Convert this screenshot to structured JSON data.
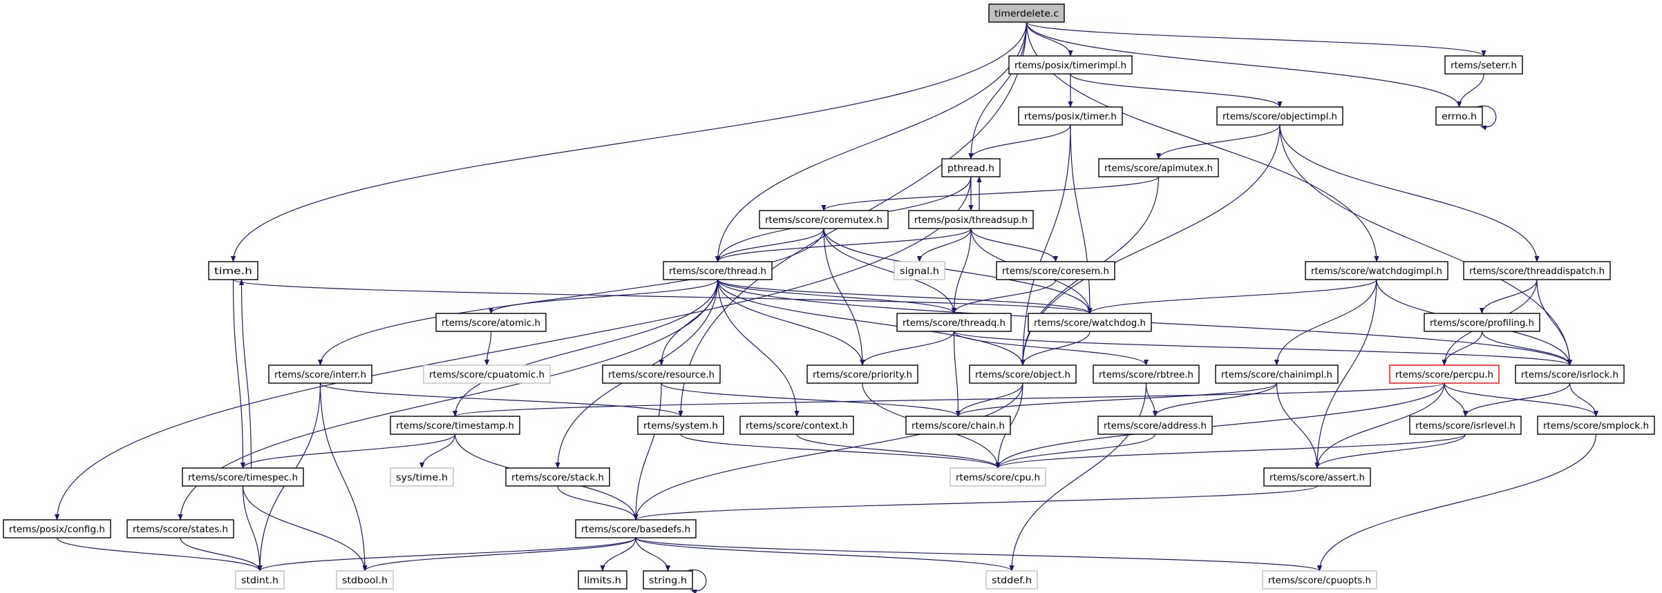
{
  "colors": {
    "edge": "#191970",
    "root_fill": "#bfbfbf",
    "normal_border": "#000000",
    "external_border": "#bfbfbf",
    "highlight_border": "#ff0000"
  },
  "nodes": [
    {
      "id": "timerdelete",
      "label": "timerdelete.c",
      "style": "root"
    },
    {
      "id": "timerimpl",
      "label": "rtems/posix/timerimpl.h",
      "style": "normal"
    },
    {
      "id": "seterr",
      "label": "rtems/seterr.h",
      "style": "normal"
    },
    {
      "id": "timer",
      "label": "rtems/posix/timer.h",
      "style": "normal"
    },
    {
      "id": "objectimpl",
      "label": "rtems/score/objectimpl.h",
      "style": "normal"
    },
    {
      "id": "errno",
      "label": "errno.h",
      "style": "normal"
    },
    {
      "id": "pthread",
      "label": "pthread.h",
      "style": "normal"
    },
    {
      "id": "apimutex",
      "label": "rtems/score/apimutex.h",
      "style": "normal"
    },
    {
      "id": "coremutex",
      "label": "rtems/score/coremutex.h",
      "style": "normal"
    },
    {
      "id": "threadsup",
      "label": "rtems/posix/threadsup.h",
      "style": "normal"
    },
    {
      "id": "time",
      "label": "time.h",
      "style": "normal"
    },
    {
      "id": "thread",
      "label": "rtems/score/thread.h",
      "style": "normal"
    },
    {
      "id": "signal",
      "label": "signal.h",
      "style": "external"
    },
    {
      "id": "coresem",
      "label": "rtems/score/coresem.h",
      "style": "normal"
    },
    {
      "id": "watchdogimpl",
      "label": "rtems/score/watchdogimpl.h",
      "style": "normal"
    },
    {
      "id": "threaddispatch",
      "label": "rtems/score/threaddispatch.h",
      "style": "normal"
    },
    {
      "id": "atomic",
      "label": "rtems/score/atomic.h",
      "style": "normal"
    },
    {
      "id": "threadq",
      "label": "rtems/score/threadq.h",
      "style": "normal"
    },
    {
      "id": "watchdog",
      "label": "rtems/score/watchdog.h",
      "style": "normal"
    },
    {
      "id": "profiling",
      "label": "rtems/score/profiling.h",
      "style": "normal"
    },
    {
      "id": "interr",
      "label": "rtems/score/interr.h",
      "style": "normal"
    },
    {
      "id": "cpuatomic",
      "label": "rtems/score/cpuatomic.h",
      "style": "external"
    },
    {
      "id": "resource",
      "label": "rtems/score/resource.h",
      "style": "normal"
    },
    {
      "id": "priority",
      "label": "rtems/score/priority.h",
      "style": "normal"
    },
    {
      "id": "object",
      "label": "rtems/score/object.h",
      "style": "normal"
    },
    {
      "id": "rbtree",
      "label": "rtems/score/rbtree.h",
      "style": "normal"
    },
    {
      "id": "chainimpl",
      "label": "rtems/score/chainimpl.h",
      "style": "normal"
    },
    {
      "id": "percpu",
      "label": "rtems/score/percpu.h",
      "style": "highlight"
    },
    {
      "id": "isrlock",
      "label": "rtems/score/isrlock.h",
      "style": "normal"
    },
    {
      "id": "timestamp",
      "label": "rtems/score/timestamp.h",
      "style": "normal"
    },
    {
      "id": "system",
      "label": "rtems/system.h",
      "style": "normal"
    },
    {
      "id": "context",
      "label": "rtems/score/context.h",
      "style": "normal"
    },
    {
      "id": "chain",
      "label": "rtems/score/chain.h",
      "style": "normal"
    },
    {
      "id": "address",
      "label": "rtems/score/address.h",
      "style": "normal"
    },
    {
      "id": "isrlevel",
      "label": "rtems/score/isrlevel.h",
      "style": "normal"
    },
    {
      "id": "smplock",
      "label": "rtems/score/smplock.h",
      "style": "normal"
    },
    {
      "id": "timespec",
      "label": "rtems/score/timespec.h",
      "style": "normal"
    },
    {
      "id": "systime",
      "label": "sys/time.h",
      "style": "external"
    },
    {
      "id": "stack",
      "label": "rtems/score/stack.h",
      "style": "normal"
    },
    {
      "id": "cpu",
      "label": "rtems/score/cpu.h",
      "style": "external"
    },
    {
      "id": "assert",
      "label": "rtems/score/assert.h",
      "style": "normal"
    },
    {
      "id": "config",
      "label": "rtems/posix/config.h",
      "style": "normal"
    },
    {
      "id": "states",
      "label": "rtems/score/states.h",
      "style": "normal"
    },
    {
      "id": "basedefs",
      "label": "rtems/score/basedefs.h",
      "style": "normal"
    },
    {
      "id": "stdint",
      "label": "stdint.h",
      "style": "external"
    },
    {
      "id": "stdbool",
      "label": "stdbool.h",
      "style": "external"
    },
    {
      "id": "limits",
      "label": "limits.h",
      "style": "normal"
    },
    {
      "id": "string",
      "label": "string.h",
      "style": "normal"
    },
    {
      "id": "stddef",
      "label": "stddef.h",
      "style": "external"
    },
    {
      "id": "cpuopts",
      "label": "rtems/score/cpuopts.h",
      "style": "external"
    }
  ],
  "edges": [
    [
      "timerdelete",
      "timerimpl"
    ],
    [
      "timerdelete",
      "pthread"
    ],
    [
      "timerdelete",
      "time"
    ],
    [
      "timerdelete",
      "thread"
    ],
    [
      "timerdelete",
      "system"
    ],
    [
      "timerdelete",
      "seterr"
    ],
    [
      "timerdelete",
      "errno"
    ],
    [
      "timerdelete",
      "watchdogimpl"
    ],
    [
      "timerimpl",
      "timer"
    ],
    [
      "timerimpl",
      "objectimpl"
    ],
    [
      "timer",
      "pthread"
    ],
    [
      "timer",
      "watchdog"
    ],
    [
      "timer",
      "object"
    ],
    [
      "objectimpl",
      "apimutex"
    ],
    [
      "objectimpl",
      "object"
    ],
    [
      "objectimpl",
      "threaddispatch"
    ],
    [
      "objectimpl",
      "isrlock"
    ],
    [
      "seterr",
      "errno"
    ],
    [
      "errno",
      "errno"
    ],
    [
      "pthread",
      "config"
    ],
    [
      "pthread",
      "thread"
    ],
    [
      "pthread",
      "threadsup"
    ],
    [
      "threadsup",
      "pthread"
    ],
    [
      "threadsup",
      "thread"
    ],
    [
      "threadsup",
      "signal"
    ],
    [
      "threadsup",
      "coresem"
    ],
    [
      "threadsup",
      "threadq"
    ],
    [
      "threadsup",
      "watchdog"
    ],
    [
      "apimutex",
      "coremutex"
    ],
    [
      "apimutex",
      "object"
    ],
    [
      "coremutex",
      "thread"
    ],
    [
      "coremutex",
      "threadq"
    ],
    [
      "coremutex",
      "priority"
    ],
    [
      "coremutex",
      "watchdog"
    ],
    [
      "coremutex",
      "interr"
    ],
    [
      "coresem",
      "threadq"
    ],
    [
      "watchdogimpl",
      "watchdog"
    ],
    [
      "watchdogimpl",
      "chainimpl"
    ],
    [
      "watchdogimpl",
      "assert"
    ],
    [
      "watchdogimpl",
      "isrlock"
    ],
    [
      "threaddispatch",
      "percpu"
    ],
    [
      "threaddispatch",
      "profiling"
    ],
    [
      "threaddispatch",
      "isrlock"
    ],
    [
      "time",
      "timespec"
    ],
    [
      "time",
      "watchdog"
    ],
    [
      "timespec",
      "time"
    ],
    [
      "timespec",
      "stdint"
    ],
    [
      "timespec",
      "stdbool"
    ],
    [
      "thread",
      "atomic"
    ],
    [
      "thread",
      "timestamp"
    ],
    [
      "thread",
      "states"
    ],
    [
      "thread",
      "stack"
    ],
    [
      "thread",
      "resource"
    ],
    [
      "thread",
      "context"
    ],
    [
      "thread",
      "priority"
    ],
    [
      "thread",
      "object"
    ],
    [
      "thread",
      "threadq"
    ],
    [
      "thread",
      "watchdog"
    ],
    [
      "thread",
      "isrlock"
    ],
    [
      "atomic",
      "cpuatomic"
    ],
    [
      "interr",
      "system"
    ],
    [
      "interr",
      "stdint"
    ],
    [
      "interr",
      "stdbool"
    ],
    [
      "timestamp",
      "timespec"
    ],
    [
      "timestamp",
      "systime"
    ],
    [
      "timestamp",
      "basedefs"
    ],
    [
      "threadq",
      "priority"
    ],
    [
      "threadq",
      "chain"
    ],
    [
      "threadq",
      "rbtree"
    ],
    [
      "threadq",
      "isrlock"
    ],
    [
      "watchdog",
      "object"
    ],
    [
      "resource",
      "basedefs"
    ],
    [
      "resource",
      "chain"
    ],
    [
      "priority",
      "cpu"
    ],
    [
      "object",
      "chain"
    ],
    [
      "object",
      "cpu"
    ],
    [
      "object",
      "basedefs"
    ],
    [
      "rbtree",
      "address"
    ],
    [
      "rbtree",
      "stddef"
    ],
    [
      "chainimpl",
      "chain"
    ],
    [
      "chainimpl",
      "address"
    ],
    [
      "chainimpl",
      "assert"
    ],
    [
      "percpu",
      "timestamp"
    ],
    [
      "percpu",
      "cpu"
    ],
    [
      "percpu",
      "assert"
    ],
    [
      "percpu",
      "isrlevel"
    ],
    [
      "percpu",
      "smplock"
    ],
    [
      "isrlock",
      "isrlevel"
    ],
    [
      "isrlock",
      "smplock"
    ],
    [
      "profiling",
      "percpu"
    ],
    [
      "profiling",
      "isrlock"
    ],
    [
      "system",
      "cpu"
    ],
    [
      "context",
      "cpu"
    ],
    [
      "address",
      "cpu"
    ],
    [
      "stack",
      "basedefs"
    ],
    [
      "isrlevel",
      "cpu"
    ],
    [
      "isrlevel",
      "assert"
    ],
    [
      "smplock",
      "cpuopts"
    ],
    [
      "assert",
      "basedefs"
    ],
    [
      "basedefs",
      "stdint"
    ],
    [
      "basedefs",
      "stdbool"
    ],
    [
      "basedefs",
      "limits"
    ],
    [
      "basedefs",
      "string"
    ],
    [
      "basedefs",
      "stddef"
    ],
    [
      "basedefs",
      "cpuopts"
    ],
    [
      "string",
      "string"
    ],
    [
      "config",
      "stdint"
    ],
    [
      "states",
      "stdint"
    ]
  ]
}
